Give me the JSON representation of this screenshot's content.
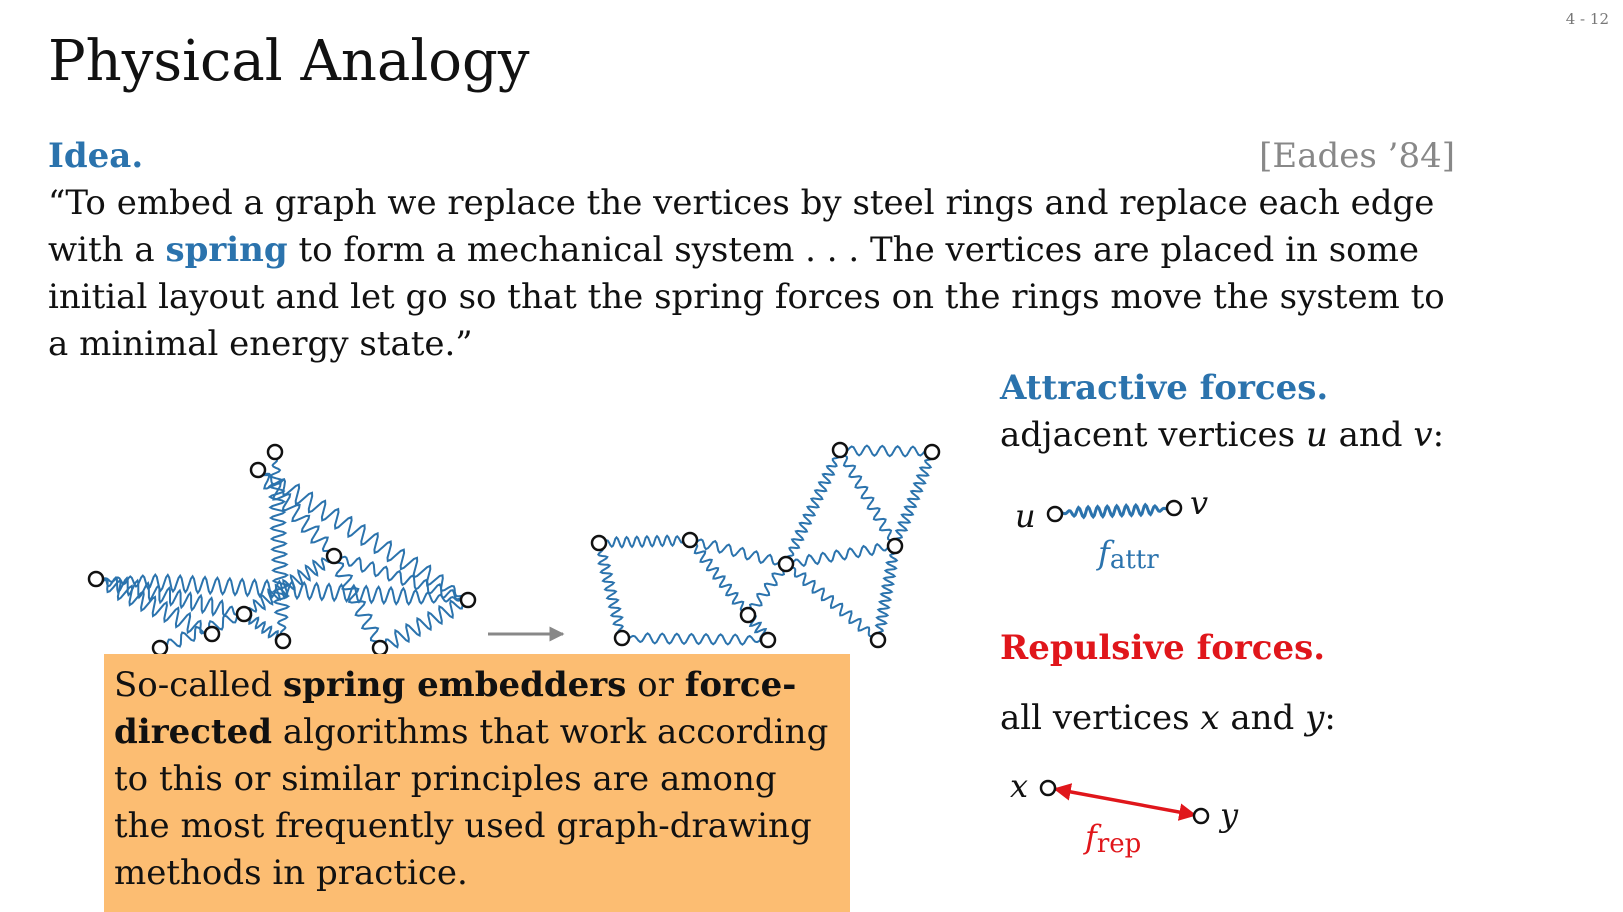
{
  "slide_number": "4 - 12",
  "title": "Physical Analogy",
  "idea": {
    "label": "Idea.",
    "citation": "[Eades ’84]",
    "quote_parts": [
      "“To embed a graph we replace the vertices by steel rings and replace each edge with a ",
      "spring",
      " to form a mechanical system . . . The vertices are placed in some initial layout and let go so that the spring forces on the rings move the system to a minimal energy state.”"
    ]
  },
  "attractive": {
    "heading": "Attractive forces.",
    "desc_prefix": "adjacent vertices ",
    "var1": "u",
    "conj": " and ",
    "var2": "v",
    "desc_suffix": ":",
    "label_u": "u",
    "label_v": "v",
    "force_f": "f",
    "force_sub": "attr"
  },
  "repulsive": {
    "heading": "Repulsive forces.",
    "desc_prefix": "all vertices ",
    "var1": "x",
    "conj": " and ",
    "var2": "y",
    "desc_suffix": ":",
    "label_x": "x",
    "label_y": "y",
    "force_f": "f",
    "force_sub": "rep"
  },
  "box": {
    "p1": "So-called ",
    "b1": "spring embedders",
    "p2": " or ",
    "b2": "force-directed",
    "p3": " algorithms that work according to this or similar principles are among the most frequently used graph-drawing methods in practice."
  },
  "colors": {
    "accent_blue": "#2b73ad",
    "accent_red": "#e0161b",
    "box_orange": "#fcbd72",
    "arrow_gray": "#888888"
  }
}
